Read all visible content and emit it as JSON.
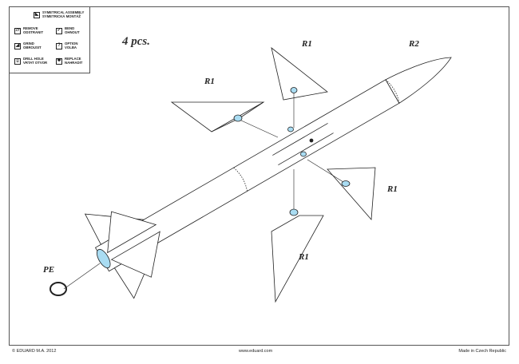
{
  "legend": {
    "items": [
      {
        "icon": "symmetrical-assembly-icon",
        "line1": "SYMETRICAL ASSEMBLY",
        "line2": "SYMETRICKÁ MONTÁŽ"
      },
      {
        "icon": "remove-icon",
        "line1": "REMOVE",
        "line2": "ODSTRANIT"
      },
      {
        "icon": "bend-icon",
        "line1": "BEND",
        "line2": "OHNOUT"
      },
      {
        "icon": "grind-icon",
        "line1": "GRIND",
        "line2": "OBROUSIT"
      },
      {
        "icon": "option-icon",
        "line1": "OPTION",
        "line2": "VOLBA",
        "glyph": "?"
      },
      {
        "icon": "drill-hole-icon",
        "line1": "DRILL HOLE",
        "line2": "VRTAT OTVOR"
      },
      {
        "icon": "replace-icon",
        "line1": "REPLACE",
        "line2": "NAHRADIT"
      }
    ]
  },
  "quantity": "4 pcs.",
  "labels": {
    "r1_left": "R1",
    "r1_top": "R1",
    "r1_right": "R1",
    "r1_bottom": "R1",
    "r2": "R2",
    "pe": "PE"
  },
  "colors": {
    "part_fill": "#a9dcf2",
    "line": "#222222"
  },
  "footer": {
    "copyright": "© EDUARD  M.A. 2012",
    "website": "www.eduard.com",
    "origin": "Made in Czech Republic"
  }
}
